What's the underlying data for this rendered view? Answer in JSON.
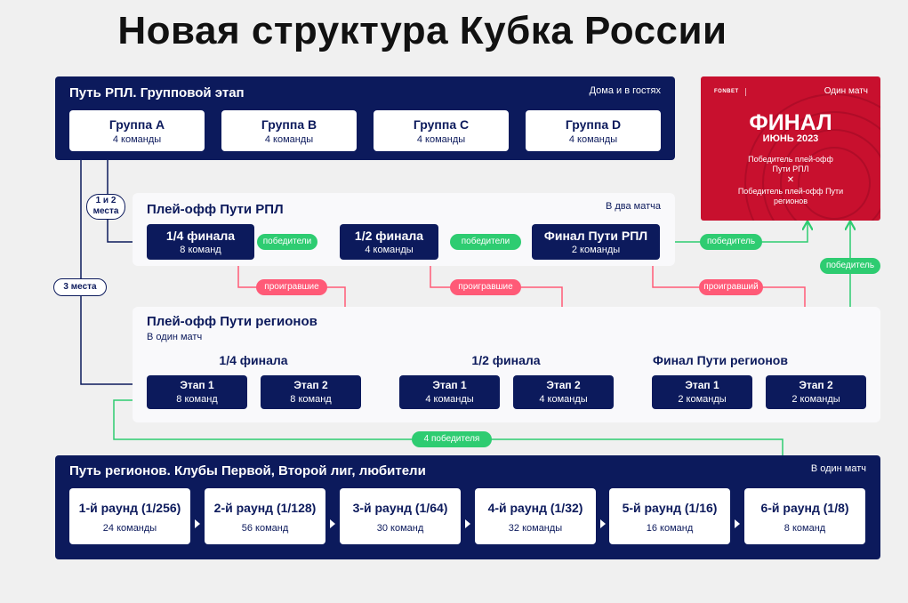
{
  "title": "Новая структура Кубка России",
  "rpl_group": {
    "title": "Путь РПЛ. Групповой этап",
    "note": "Дома и в гостях",
    "groups": [
      {
        "name": "Группа A",
        "teams": "4 команды"
      },
      {
        "name": "Группа B",
        "teams": "4 команды"
      },
      {
        "name": "Группа C",
        "teams": "4 команды"
      },
      {
        "name": "Группа D",
        "teams": "4 команды"
      }
    ]
  },
  "final": {
    "note": "Один матч",
    "title": "ФИНАЛ",
    "date": "ИЮНЬ 2023",
    "winner1": "Победитель плей-офф Пути РПЛ",
    "cross": "✕",
    "winner2": "Победитель плей-офф Пути регионов"
  },
  "rpl_playoff": {
    "title": "Плей-офф Пути РПЛ",
    "note": "В два матча",
    "stages": [
      {
        "name": "1/4 финала",
        "teams": "8 команд"
      },
      {
        "name": "1/2 финала",
        "teams": "4 команды"
      },
      {
        "name": "Финал Пути РПЛ",
        "teams": "2 команды"
      }
    ]
  },
  "regions_playoff": {
    "title": "Плей-офф Пути регионов",
    "note": "В один матч",
    "groups": [
      {
        "label": "1/4 финала",
        "stages": [
          {
            "name": "Этап 1",
            "teams": "8 команд"
          },
          {
            "name": "Этап 2",
            "teams": "8 команд"
          }
        ]
      },
      {
        "label": "1/2 финала",
        "stages": [
          {
            "name": "Этап 1",
            "teams": "4 команды"
          },
          {
            "name": "Этап 2",
            "teams": "4 команды"
          }
        ]
      },
      {
        "label": "Финал Пути регионов",
        "stages": [
          {
            "name": "Этап 1",
            "teams": "2 команды"
          },
          {
            "name": "Этап 2",
            "teams": "2 команды"
          }
        ]
      }
    ]
  },
  "regions_path": {
    "title": "Путь регионов. Клубы Первой, Второй лиг, любители",
    "note": "В один матч",
    "rounds": [
      {
        "name": "1-й раунд (1/256)",
        "teams": "24 команды"
      },
      {
        "name": "2-й раунд (1/128)",
        "teams": "56 команд"
      },
      {
        "name": "3-й раунд (1/64)",
        "teams": "30 команд"
      },
      {
        "name": "4-й раунд (1/32)",
        "teams": "32 команды"
      },
      {
        "name": "5-й раунд (1/16)",
        "teams": "16 команд"
      },
      {
        "name": "6-й раунд (1/8)",
        "teams": "8 команд"
      }
    ]
  },
  "labels": {
    "places12_line1": "1 и 2",
    "places12_line2": "места",
    "places3": "3 места",
    "winners": "победители",
    "winners2": "победители",
    "winner_final_rpl": "победитель",
    "winner_final_regions": "победитель",
    "losers1": "проигравшие",
    "losers2": "проигравшие",
    "loser3": "проигравший",
    "four_winners": "4 победителя"
  },
  "colors": {
    "navy": "#0c1a5c",
    "green": "#2ecc71",
    "red": "#ff5a77",
    "final_red": "#c8102e"
  }
}
